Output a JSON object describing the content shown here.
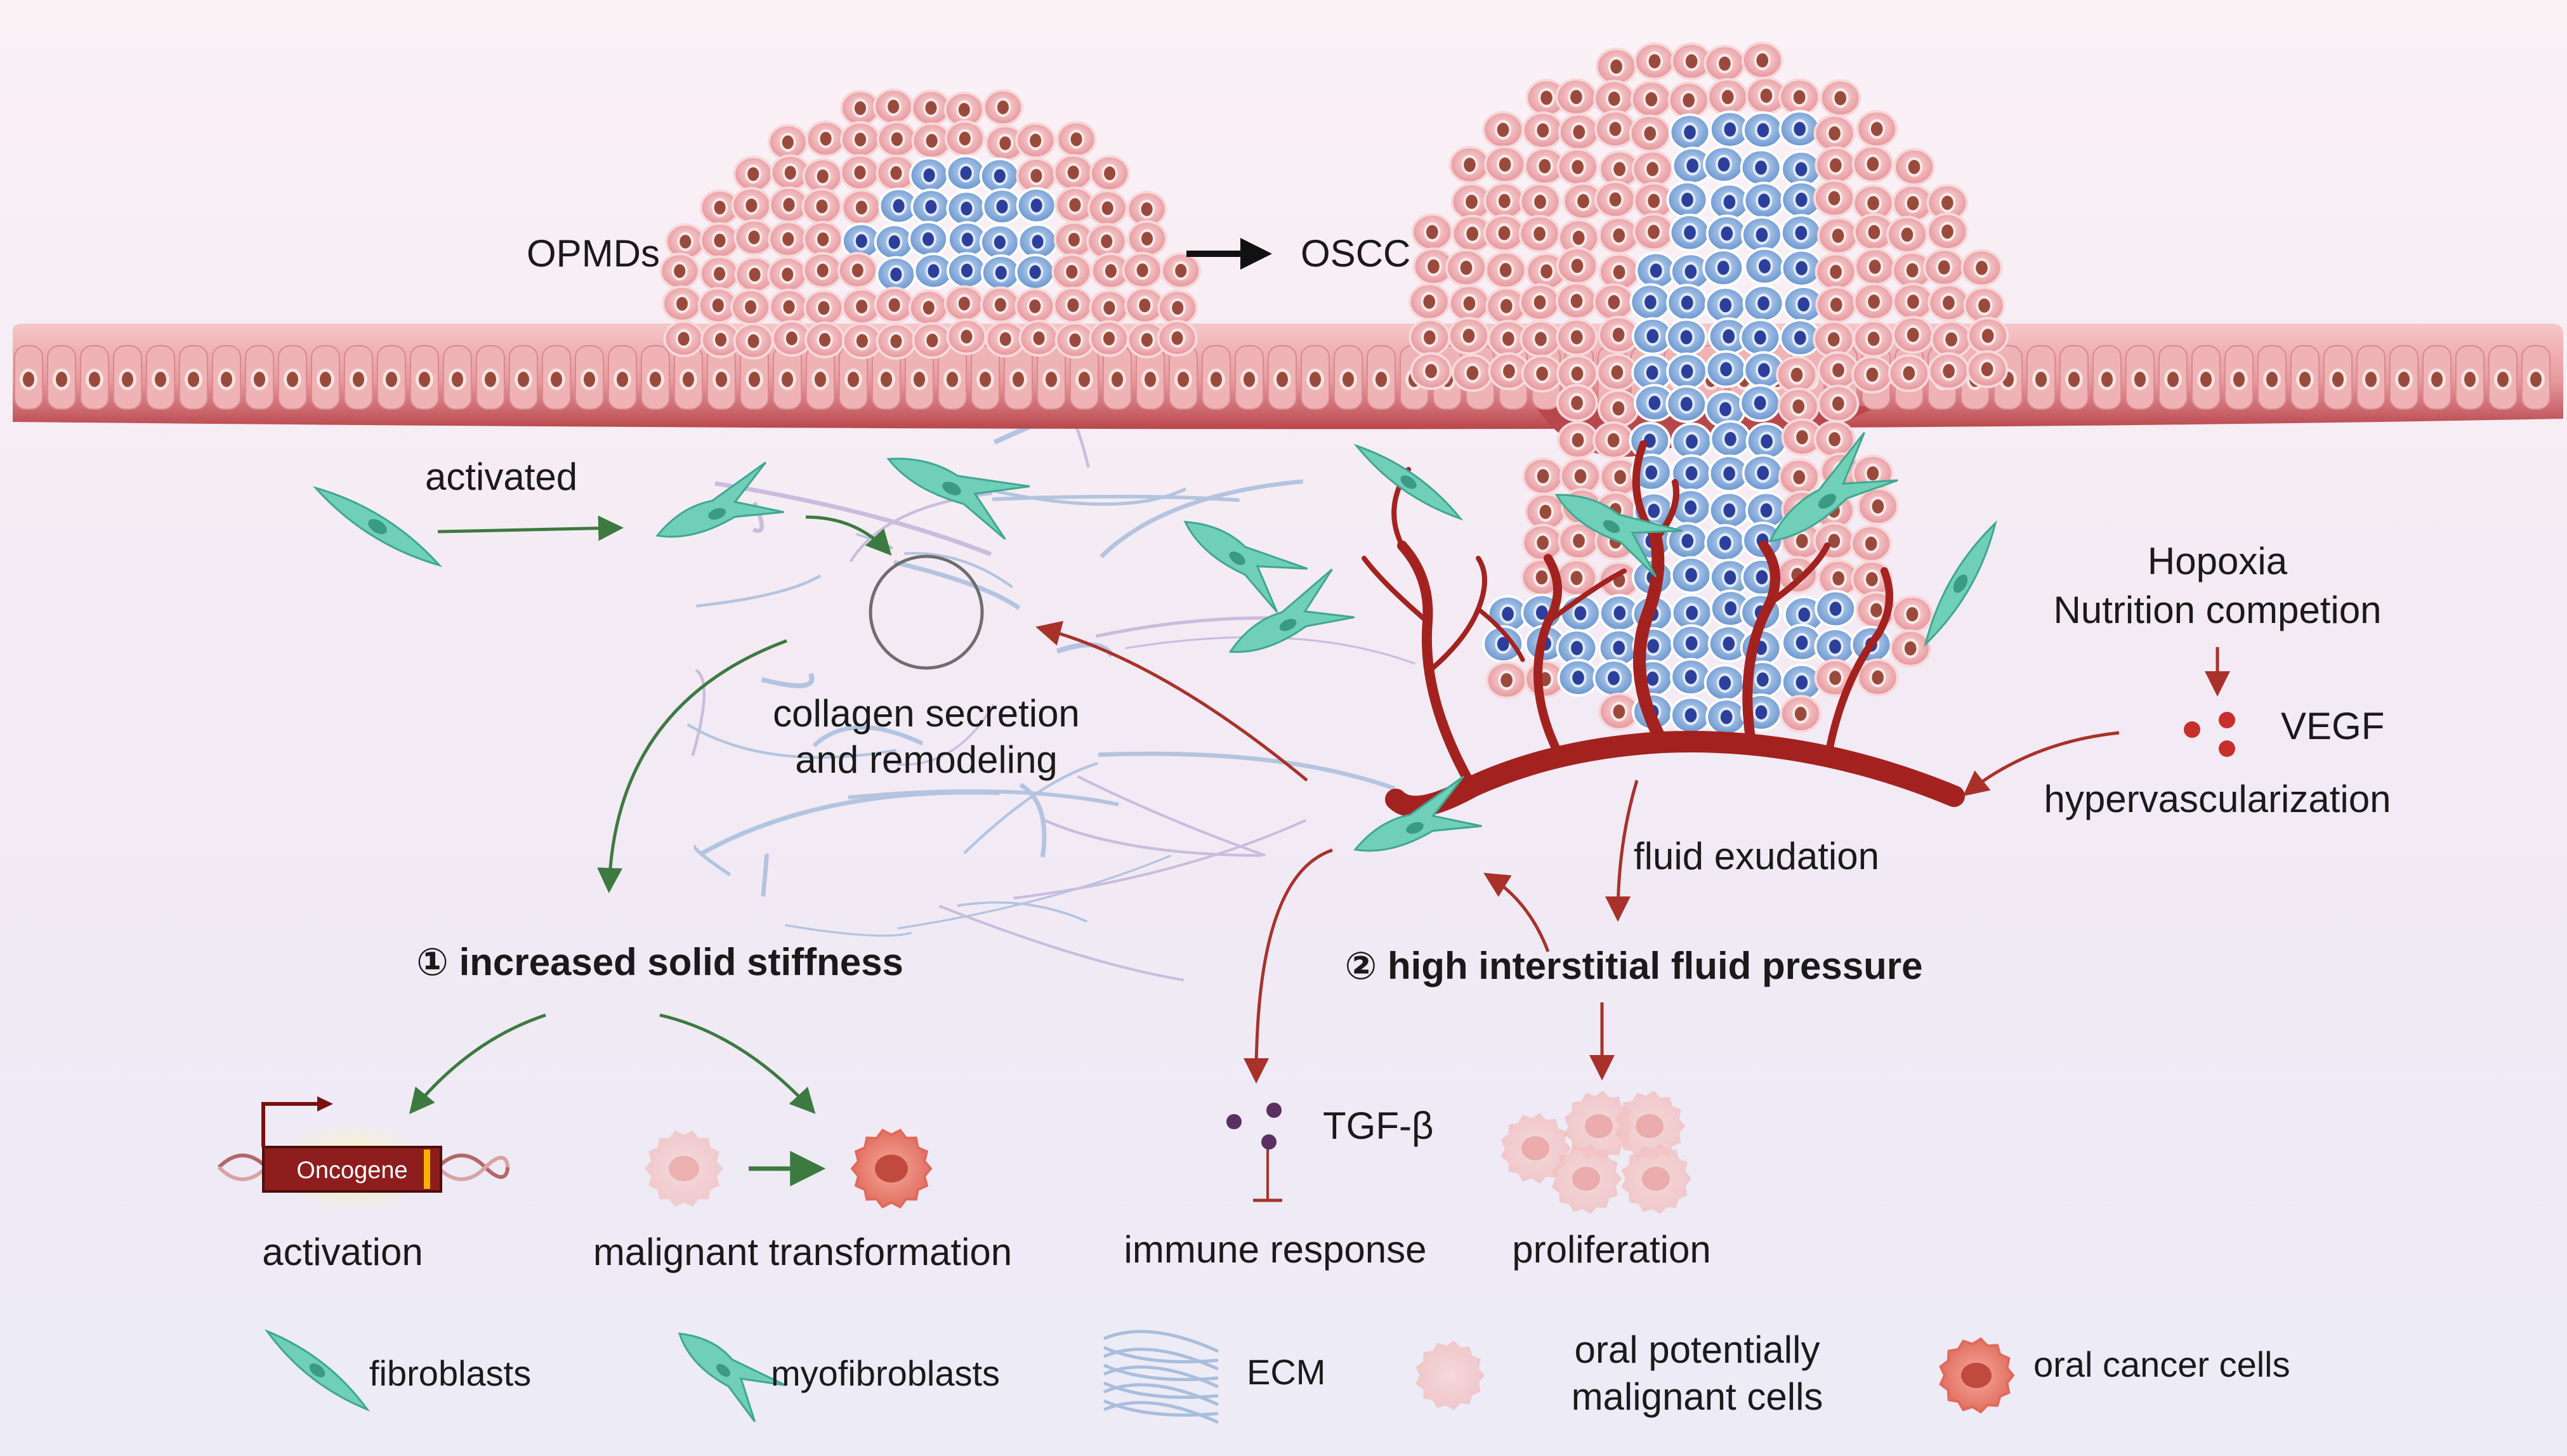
{
  "stage_labels": {
    "early": "OPMDs",
    "late": "OSCC",
    "activated": "activated",
    "collagen_line1": "collagen secretion",
    "collagen_line2": "and remodeling"
  },
  "mechanisms": {
    "stiffness": "① increased solid stiffness",
    "fluid_pressure": "② high interstitial fluid pressure"
  },
  "right_panel": {
    "hypoxia": "Hopoxia",
    "nutrition": "Nutrition competion",
    "vegf": "VEGF",
    "hypervascularization": "hypervascularization",
    "fluid_exudation": "fluid exudation"
  },
  "outcomes": {
    "oncogene": "Oncogene",
    "activation": "activation",
    "malignant_transformation": "malignant transformation",
    "tgf": "TGF-β",
    "immune_response": "immune response",
    "proliferation": "proliferation"
  },
  "legend": [
    {
      "label": "fibroblasts",
      "icon": "fibroblast-icon"
    },
    {
      "label": "myofibroblasts",
      "icon": "myofibroblast-icon"
    },
    {
      "label": "ECM",
      "icon": "ecm-icon"
    },
    {
      "label_line1": "oral potentially",
      "label_line2": "malignant cells",
      "icon": "potentially-malignant-cell-icon"
    },
    {
      "label": "oral cancer cells",
      "icon": "cancer-cell-icon"
    }
  ],
  "colors": {
    "epithelium": "#e8a4a8",
    "epithelium_dark": "#b44a4f",
    "nucleus": "#9a4a3c",
    "tumor_cell": "#6d97cf",
    "tumor_nucleus": "#2c3f9a",
    "fibroblast": "#6fcfb8",
    "vessel": "#a3221f",
    "green_arrow": "#3d7a40",
    "red_arrow": "#a8322a",
    "ecm": "#a9bedd",
    "tgf_dot": "#5b2f62"
  }
}
